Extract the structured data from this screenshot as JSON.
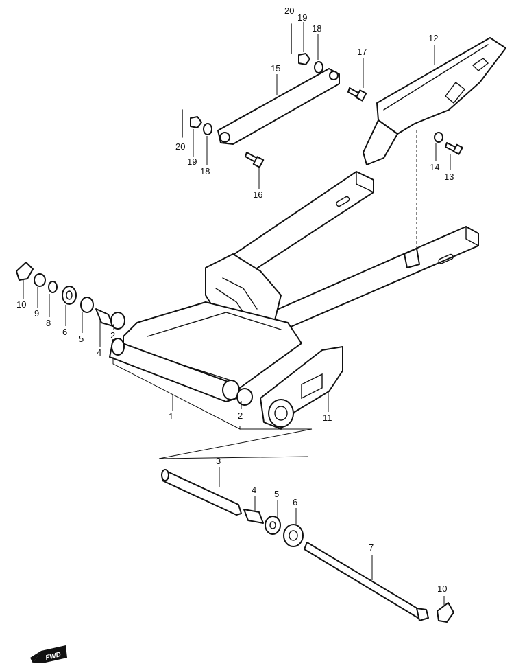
{
  "callouts": {
    "c1": "1",
    "c2a": "2",
    "c2b": "2",
    "c3": "3",
    "c4a": "4",
    "c4b": "4",
    "c5a": "5",
    "c5b": "5",
    "c6a": "6",
    "c6b": "6",
    "c7": "7",
    "c8": "8",
    "c9": "9",
    "c10a": "10",
    "c10b": "10",
    "c11": "11",
    "c12": "12",
    "c13": "13",
    "c14": "14",
    "c15": "15",
    "c16": "16",
    "c17": "17",
    "c18a": "18",
    "c18b": "18",
    "c19a": "19",
    "c19b": "19",
    "c20a": "20",
    "c20b": "20"
  },
  "direction_badge": "FWD"
}
